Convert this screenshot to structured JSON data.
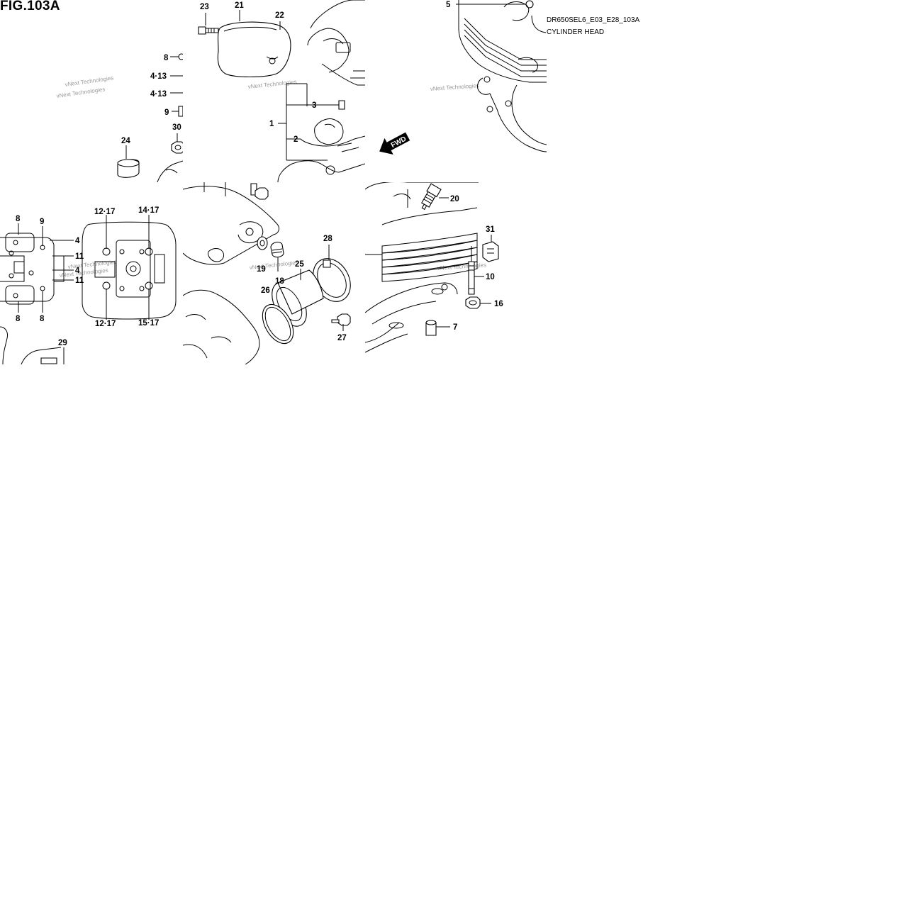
{
  "figure": {
    "title": "FIG.103A",
    "code": "DR650SEL6_E03_E28_103A",
    "name": "CYLINDER HEAD"
  },
  "forward_label": "FWD",
  "watermark": "vNext Technologies",
  "callouts": {
    "c23": "23",
    "c21": "21",
    "c22": "22",
    "c8a": "8",
    "c413a": "4·13",
    "c413b": "4·13",
    "c9a": "9",
    "c24": "24",
    "c30": "30",
    "c3": "3",
    "c1": "1",
    "c2": "2",
    "c5": "5",
    "c8b": "8",
    "c9b": "9",
    "c4a": "4",
    "c11a": "11",
    "c4b": "4",
    "c11b": "11",
    "c8c": "8",
    "c8d": "8",
    "c1217a": "12·17",
    "c1417": "14·17",
    "c1217b": "12·17",
    "c1517": "15·17",
    "c29": "29",
    "c19": "19",
    "c18": "18",
    "c25": "25",
    "c28": "28",
    "c26": "26",
    "c27": "27",
    "c20": "20",
    "c31": "31",
    "c10": "10",
    "c16": "16",
    "c7": "7"
  }
}
